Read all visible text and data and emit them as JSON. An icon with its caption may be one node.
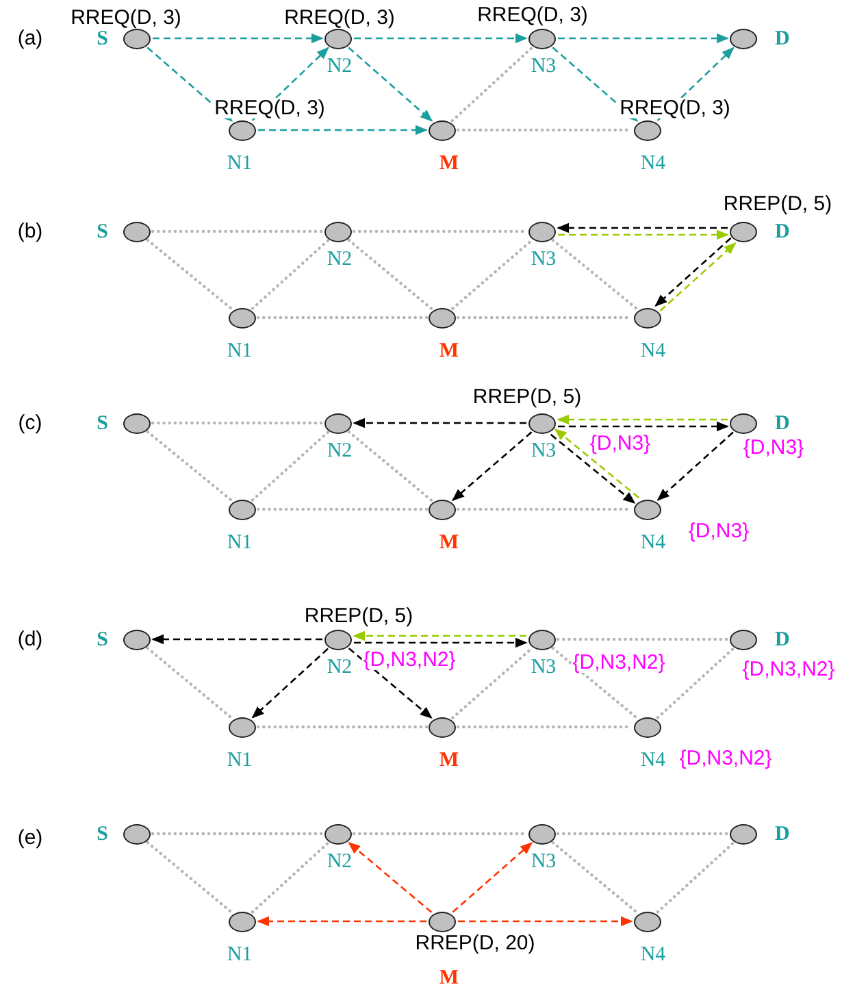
{
  "diagram": {
    "nodes": [
      {
        "text": [],
        "shape": "circle",
        "beside": [
          "S"
        ]
      },
      {
        "text": [],
        "shape": "circle",
        "beside": [
          "N2"
        ]
      },
      {
        "text": [],
        "shape": "circle",
        "beside": [
          "N3"
        ]
      },
      {
        "text": [],
        "shape": "circle",
        "beside": [
          "D"
        ]
      },
      {
        "text": [],
        "shape": "circle",
        "beside": [
          "N1"
        ]
      },
      {
        "text": [],
        "shape": "circle",
        "beside": [
          "M"
        ]
      },
      {
        "text": [],
        "shape": "circle",
        "beside": [
          "N4"
        ]
      },
      {
        "text": [],
        "shape": "circle",
        "beside": [
          "S"
        ]
      },
      {
        "text": [],
        "shape": "circle",
        "beside": [
          "N2"
        ]
      },
      {
        "text": [],
        "shape": "circle",
        "beside": [
          "N3"
        ]
      },
      {
        "text": [],
        "shape": "circle",
        "beside": [
          "D"
        ]
      },
      {
        "text": [],
        "shape": "circle",
        "beside": [
          "N1"
        ]
      },
      {
        "text": [],
        "shape": "circle",
        "beside": [
          "M"
        ]
      },
      {
        "text": [],
        "shape": "circle",
        "beside": [
          "N4"
        ]
      },
      {
        "text": [],
        "shape": "circle",
        "beside": [
          "S"
        ]
      },
      {
        "text": [],
        "shape": "circle",
        "beside": [
          "N2"
        ]
      },
      {
        "text": [],
        "shape": "circle",
        "beside": [
          "N3"
        ]
      },
      {
        "text": [],
        "shape": "circle",
        "beside": [
          "D"
        ]
      },
      {
        "text": [],
        "shape": "circle",
        "beside": [
          "N1"
        ]
      },
      {
        "text": [],
        "shape": "circle",
        "beside": [
          "M"
        ]
      },
      {
        "text": [],
        "shape": "circle",
        "beside": [
          "N4"
        ]
      },
      {
        "text": [],
        "shape": "circle",
        "beside": [
          "S"
        ]
      },
      {
        "text": [],
        "shape": "circle",
        "beside": [
          "N2"
        ]
      },
      {
        "text": [],
        "shape": "circle",
        "beside": [
          "N3"
        ]
      },
      {
        "text": [],
        "shape": "circle",
        "beside": [
          "D"
        ]
      },
      {
        "text": [],
        "shape": "circle",
        "beside": [
          "N1"
        ]
      },
      {
        "text": [],
        "shape": "circle",
        "beside": [
          "M"
        ]
      },
      {
        "text": [],
        "shape": "circle",
        "beside": [
          "N4"
        ]
      },
      {
        "text": [],
        "shape": "circle",
        "beside": [
          "S"
        ]
      },
      {
        "text": [],
        "shape": "circle",
        "beside": [
          "N2"
        ]
      },
      {
        "text": [],
        "shape": "circle",
        "beside": [
          "N3"
        ]
      },
      {
        "text": [],
        "shape": "circle",
        "beside": [
          "D"
        ]
      },
      {
        "text": [],
        "shape": "circle",
        "beside": [
          "N1"
        ]
      },
      {
        "text": [],
        "shape": "circle",
        "beside": [
          "M"
        ]
      },
      {
        "text": [],
        "shape": "circle",
        "beside": [
          "N4"
        ]
      }
    ],
    "edges": [
      {
        "from": 0,
        "to": 1,
        "arrow": "to",
        "style": "dashed",
        "color": "#1a9e9e"
      },
      {
        "from": 0,
        "to": 4,
        "arrow": "to",
        "style": "dashed",
        "color": "#1a9e9e"
      },
      {
        "from": 4,
        "to": 1,
        "arrow": "to",
        "style": "dashed",
        "color": "#1a9e9e"
      },
      {
        "from": 4,
        "to": 5,
        "arrow": "to",
        "style": "dashed",
        "color": "#1a9e9e"
      },
      {
        "from": 1,
        "to": 2,
        "arrow": "to",
        "style": "dashed",
        "color": "#1a9e9e"
      },
      {
        "from": 1,
        "to": 5,
        "arrow": "to",
        "style": "dashed",
        "color": "#1a9e9e"
      },
      {
        "from": 2,
        "to": 3,
        "arrow": "to",
        "style": "dashed",
        "color": "#1a9e9e"
      },
      {
        "from": 2,
        "to": 6,
        "arrow": "to",
        "style": "dashed",
        "color": "#1a9e9e"
      },
      {
        "from": 6,
        "to": 3,
        "arrow": "to",
        "style": "dashed",
        "color": "#1a9e9e"
      },
      {
        "from": 5,
        "to": 2,
        "arrow": "none"
      },
      {
        "from": 5,
        "to": 6,
        "arrow": "none"
      },
      {
        "from": 7,
        "to": 8,
        "arrow": "none"
      },
      {
        "from": 8,
        "to": 9,
        "arrow": "none"
      },
      {
        "from": 7,
        "to": 11,
        "arrow": "none"
      },
      {
        "from": 11,
        "to": 8,
        "arrow": "none"
      },
      {
        "from": 11,
        "to": 12,
        "arrow": "none"
      },
      {
        "from": 12,
        "to": 9,
        "arrow": "none"
      },
      {
        "from": 12,
        "to": 13,
        "arrow": "none"
      },
      {
        "from": 9,
        "to": 13,
        "arrow": "none"
      },
      {
        "from": 8,
        "to": 12,
        "arrow": "none"
      },
      {
        "from": 10,
        "to": 9,
        "arrow": "to",
        "style": "dashed",
        "color": "#000000"
      },
      {
        "from": 9,
        "to": 10,
        "arrow": "to",
        "style": "dashed",
        "color": "#99cc00"
      },
      {
        "from": 10,
        "to": 13,
        "arrow": "to",
        "style": "dashed",
        "color": "#000000"
      },
      {
        "from": 13,
        "to": 10,
        "arrow": "to",
        "style": "dashed",
        "color": "#99cc00"
      },
      {
        "from": 14,
        "to": 15,
        "arrow": "none"
      },
      {
        "from": 14,
        "to": 18,
        "arrow": "none"
      },
      {
        "from": 18,
        "to": 15,
        "arrow": "none"
      },
      {
        "from": 15,
        "to": 19,
        "arrow": "none"
      },
      {
        "from": 18,
        "to": 19,
        "arrow": "none"
      },
      {
        "from": 19,
        "to": 20,
        "arrow": "none"
      },
      {
        "from": 16,
        "to": 15,
        "arrow": "to",
        "style": "dashed",
        "color": "#000000"
      },
      {
        "from": 16,
        "to": 17,
        "arrow": "to",
        "style": "dashed",
        "color": "#000000"
      },
      {
        "from": 17,
        "to": 16,
        "arrow": "to",
        "style": "dashed",
        "color": "#99cc00"
      },
      {
        "from": 16,
        "to": 19,
        "arrow": "to",
        "style": "dashed",
        "color": "#000000"
      },
      {
        "from": 16,
        "to": 20,
        "arrow": "to",
        "style": "dashed",
        "color": "#000000"
      },
      {
        "from": 20,
        "to": 16,
        "arrow": "to",
        "style": "dashed",
        "color": "#99cc00"
      },
      {
        "from": 17,
        "to": 20,
        "arrow": "to",
        "style": "dashed",
        "color": "#000000"
      },
      {
        "from": 23,
        "to": 24,
        "arrow": "none"
      },
      {
        "from": 21,
        "to": 25,
        "arrow": "none"
      },
      {
        "from": 25,
        "to": 26,
        "arrow": "none"
      },
      {
        "from": 26,
        "to": 23,
        "arrow": "none"
      },
      {
        "from": 26,
        "to": 27,
        "arrow": "none"
      },
      {
        "from": 23,
        "to": 27,
        "arrow": "none"
      },
      {
        "from": 27,
        "to": 24,
        "arrow": "none"
      },
      {
        "from": 22,
        "to": 21,
        "arrow": "to",
        "style": "dashed",
        "color": "#000000"
      },
      {
        "from": 22,
        "to": 23,
        "arrow": "to",
        "style": "dashed",
        "color": "#000000"
      },
      {
        "from": 23,
        "to": 22,
        "arrow": "to",
        "style": "dashed",
        "color": "#99cc00"
      },
      {
        "from": 22,
        "to": 25,
        "arrow": "to",
        "style": "dashed",
        "color": "#000000"
      },
      {
        "from": 22,
        "to": 26,
        "arrow": "to",
        "style": "dashed",
        "color": "#000000"
      },
      {
        "from": 28,
        "to": 29,
        "arrow": "none"
      },
      {
        "from": 29,
        "to": 30,
        "arrow": "none"
      },
      {
        "from": 30,
        "to": 31,
        "arrow": "none"
      },
      {
        "from": 28,
        "to": 32,
        "arrow": "none"
      },
      {
        "from": 32,
        "to": 29,
        "arrow": "none"
      },
      {
        "from": 34,
        "to": 31,
        "arrow": "none"
      },
      {
        "from": 30,
        "to": 34,
        "arrow": "none"
      },
      {
        "from": 33,
        "to": 32,
        "arrow": "to",
        "style": "dashed",
        "color": "#ff3300"
      },
      {
        "from": 33,
        "to": 29,
        "arrow": "to",
        "style": "dashed",
        "color": "#ff3300"
      },
      {
        "from": 33,
        "to": 30,
        "arrow": "to",
        "style": "dashed",
        "color": "#ff3300"
      },
      {
        "from": 33,
        "to": 34,
        "arrow": "to",
        "style": "dashed",
        "color": "#ff3300"
      }
    ],
    "labels": [
      "(a)",
      "RREQ(D, 3)",
      "RREQ(D, 3)",
      "RREQ(D, 3)",
      "RREQ(D, 3)",
      "RREQ(D, 3)",
      "(b)",
      "RREP(D, 5)",
      "(c)",
      "RREP(D, 5)",
      "{D,N3}",
      "{D,N3}",
      "{D,N3}",
      "(d)",
      "RREP(D, 5)",
      "{D,N3,N2}",
      "{D,N3,N2}",
      "{D,N3,N2}",
      "{D,N3,N2}",
      "(e)",
      "RREP(D, 20)"
    ]
  }
}
